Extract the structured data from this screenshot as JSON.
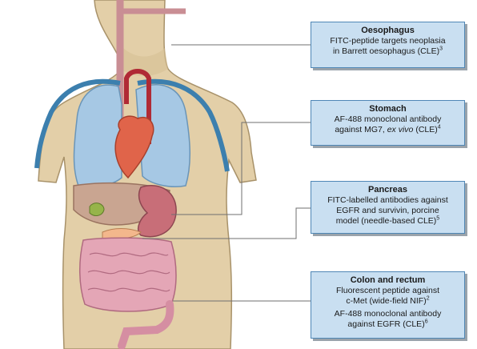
{
  "callouts": {
    "oesophagus": {
      "title": "Oesophagus",
      "line1": "FITC-peptide targets neoplasia",
      "line2": "in Barrett oesophagus (CLE)",
      "ref": "3"
    },
    "stomach": {
      "title": "Stomach",
      "line1": "AF-488 monoclonal antibody",
      "line2a": "against MG7, ",
      "line2b": "ex vivo",
      "line2c": " (CLE)",
      "ref": "4"
    },
    "pancreas": {
      "title": "Pancreas",
      "line1": "FITC-labelled antibodies against",
      "line2": "EGFR and survivin, porcine",
      "line3": "model (needle-based CLE)",
      "ref": "5"
    },
    "colon": {
      "title": "Colon and rectum",
      "line1": "Fluorescent peptide against",
      "line2": "c-Met (wide-field NIF)",
      "ref1": "2",
      "line3": "AF-488 monoclonal antibody",
      "line4": "against EGFR (CLE)",
      "ref2": "6"
    }
  },
  "colors": {
    "skin": "#e3cfa8",
    "skin_edge": "#a8926a",
    "lung": "#a6c8e4",
    "heart": "#e0644a",
    "vessel": "#b02a35",
    "liver": "#c9a591",
    "stomach": "#c86e78",
    "pancreas": "#f3b78c",
    "intestine": "#e4a6b6",
    "callout_fill": "#c9dff1",
    "callout_border": "#4f87b6"
  }
}
